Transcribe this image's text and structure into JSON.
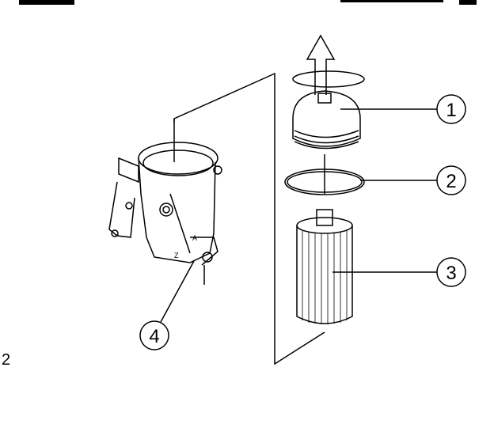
{
  "diagram": {
    "callouts": [
      {
        "label": "1",
        "part": "filter-cap"
      },
      {
        "label": "2",
        "part": "o-ring"
      },
      {
        "label": "3",
        "part": "filter-element"
      },
      {
        "label": "4",
        "part": "drain-plug"
      }
    ],
    "figure_label": "2",
    "housing_letters": [
      "Z",
      "A"
    ],
    "ink_color": "#000000"
  }
}
